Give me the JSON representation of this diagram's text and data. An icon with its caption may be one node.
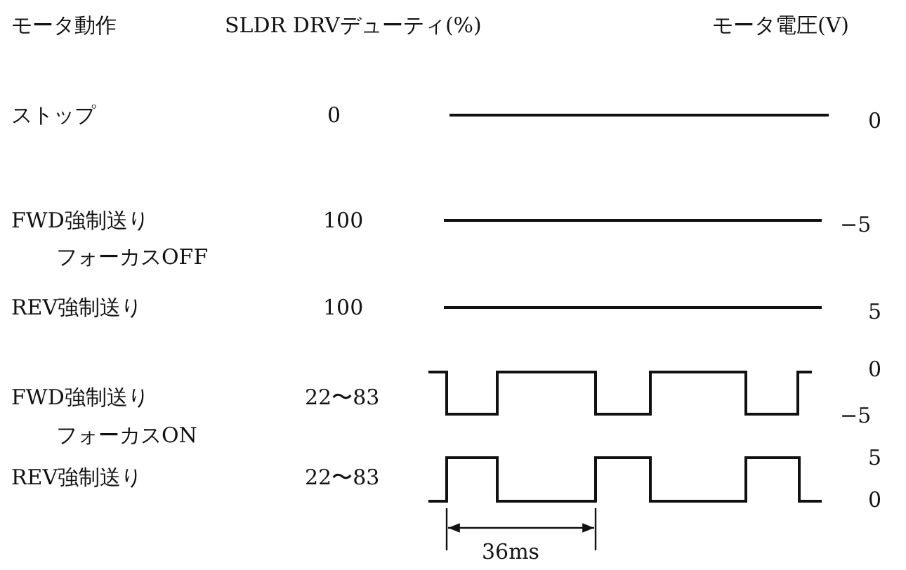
{
  "diagram": {
    "labels": [
      "モータ動作",
      "SLDR DRVデューティ(%)",
      "モータ電圧(V)",
      "ストップ",
      "0",
      "0",
      "FWD強制送り",
      "100",
      "−5",
      "フォーカスOFF",
      "REV強制送り",
      "100",
      "5",
      "FWD強制送り",
      "22〜83",
      "0",
      "−5",
      "フォーカスON",
      "REV強制送り",
      "22〜83",
      "5",
      "0",
      "36ms"
    ]
  }
}
